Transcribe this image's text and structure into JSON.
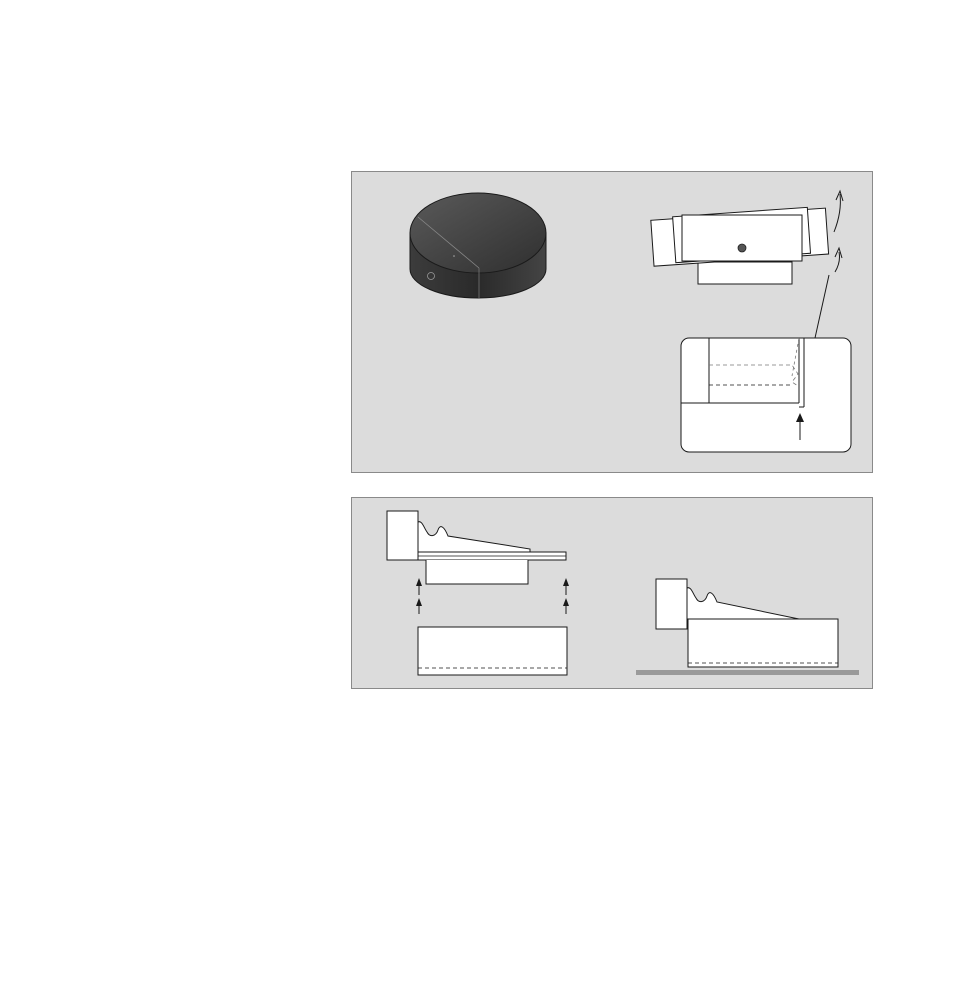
{
  "figure": {
    "panels": [
      {
        "name": "top-panel",
        "illustrations": [
          "round-device-isometric",
          "bracket-side-view",
          "detail-callout"
        ]
      },
      {
        "name": "bottom-panel",
        "illustrations": [
          "bracket-lift-off",
          "bracket-mounted-on-surface"
        ]
      }
    ],
    "colors": {
      "panel_background": "#dcdcdc",
      "panel_border": "#8a8a8a",
      "line": "#1a1a1a",
      "device_body": "#3a3a3a",
      "surface": "#9a9a9a"
    },
    "icons": [
      "arrow-up-icon",
      "dashed-line",
      "speaker-puck"
    ]
  }
}
